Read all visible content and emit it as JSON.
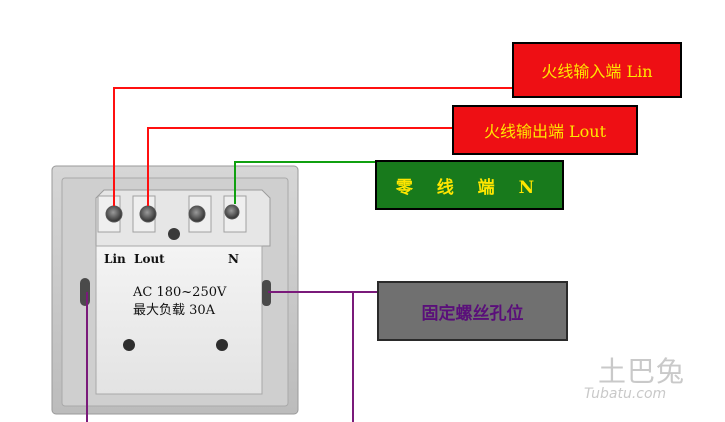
{
  "labels": {
    "live_in": "火线输入端  Lin",
    "live_out": "火线输出端  Lout",
    "neutral": "零 线 端 N",
    "screw_holes": "固定螺丝孔位"
  },
  "terminals": {
    "lin": "Lin",
    "lout": "Lout",
    "n": "N"
  },
  "spec": {
    "voltage": "AC 180~250V",
    "max_load": "最大负载 30A"
  },
  "watermark": {
    "cn": "土巴兔",
    "en": "Tubatu.com"
  },
  "colors": {
    "red_box": "#ee0f14",
    "green_box": "#187a1c",
    "gray_box": "#707070",
    "box_text_yellow": "#ffe600",
    "box_text_purple": "#5a0f7a",
    "red_wire": "#ff1010",
    "green_wire": "#10a010",
    "purple_wire": "#7a1a7a"
  }
}
